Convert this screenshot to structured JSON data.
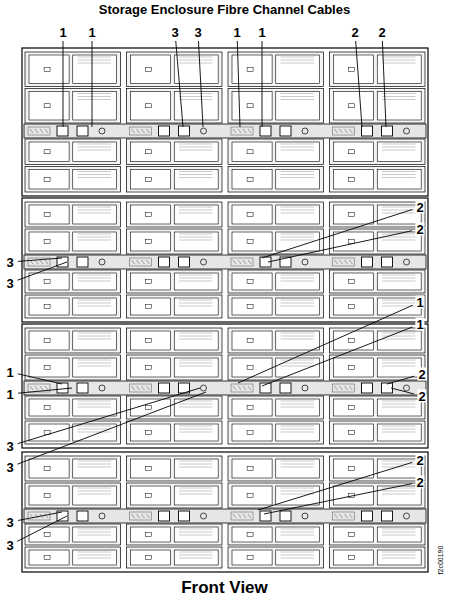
{
  "diagram": {
    "title": "Storage Enclosure Fibre Channel Cables",
    "caption": "Front View",
    "labels": [
      "1",
      "1",
      "3",
      "3",
      "1",
      "1",
      "2",
      "2",
      "2",
      "2",
      "3",
      "3",
      "1",
      "1",
      "1",
      "1",
      "2",
      "2",
      "3",
      "3",
      "2",
      "2",
      "3",
      "3",
      "f2c00190"
    ]
  }
}
